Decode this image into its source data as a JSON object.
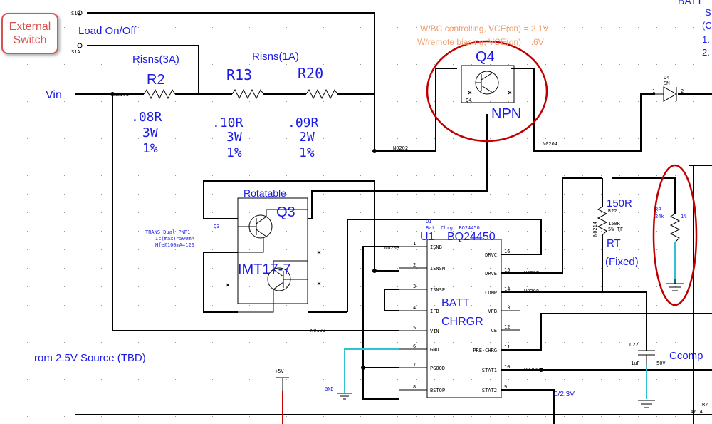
{
  "callout": {
    "line1": "External",
    "line2": "Switch"
  },
  "annotations": {
    "load_switch": "Load On/Off",
    "vin": "Vin",
    "bc_note": "W/BC controlling, VCE(on) = 2.1V",
    "remote_note": "W/remote biasing, VCE(on) = .6V",
    "source_note": "rom 2.5V Source (TBD)",
    "ccomp": "Ccomp",
    "batt_label": "BATT",
    "partial_right_1": "S",
    "partial_right_2": "(C",
    "partial_right_3": "1.",
    "partial_right_4": "2.",
    "partial_v": "0/2.3V",
    "p5v": "+5V"
  },
  "nets": {
    "n0103_top": "N0103",
    "n0103_bot": "N0103",
    "n0202": "N0202",
    "n0204": "N0204",
    "n0203": "N0203",
    "n0207": "N0207",
    "n0208": "N0208",
    "n0206": "N0206",
    "n0214": "N0214",
    "gnd": "GND",
    "s1b": "S1B",
    "s1a": "S1A"
  },
  "resistors": [
    {
      "group": "Risns(3A)",
      "ref": "R2",
      "value": ".08R",
      "power": "3W",
      "tol": "1%"
    },
    {
      "group": "Risns(1A)",
      "ref": "R13",
      "value": ".10R",
      "power": "3W",
      "tol": "1%"
    },
    {
      "group": "",
      "ref": "R20",
      "value": ".09R",
      "power": "2W",
      "tol": "1%"
    }
  ],
  "q4": {
    "ref": "Q4",
    "type": "NPN",
    "small": "Q4"
  },
  "q3": {
    "caption": "Rotatable",
    "ref": "Q3",
    "part": "IMT17-7",
    "small_ref": "Q3",
    "desc1": "TRANS-Dual PNP1",
    "desc2": "Ic(max)=500mA",
    "desc3": "Hfe@100mA=120"
  },
  "u1": {
    "ref": "U1",
    "part": "BQ24450",
    "small_ref": "U1",
    "desc": "Batt Chrgr BQ24450",
    "center1": "BATT",
    "center2": "CHRGR",
    "left_pins": [
      {
        "num": "1",
        "name": "ISNB"
      },
      {
        "num": "2",
        "name": "ISNSM"
      },
      {
        "num": "3",
        "name": "ISNSP"
      },
      {
        "num": "4",
        "name": "IFB"
      },
      {
        "num": "5",
        "name": "VIN"
      },
      {
        "num": "6",
        "name": "GND"
      },
      {
        "num": "7",
        "name": "PGOOD"
      },
      {
        "num": "8",
        "name": "BSTOP"
      }
    ],
    "right_pins": [
      {
        "num": "16",
        "name": "DRVC"
      },
      {
        "num": "15",
        "name": "DRVE"
      },
      {
        "num": "14",
        "name": "COMP"
      },
      {
        "num": "13",
        "name": "VFB"
      },
      {
        "num": "12",
        "name": "CE"
      },
      {
        "num": "11",
        "name": "PRE-CHRG"
      },
      {
        "num": "10",
        "name": "STAT1"
      },
      {
        "num": "9",
        "name": "STAT2"
      }
    ]
  },
  "r22": {
    "big": "150R",
    "ref": "R22",
    "value": "150R",
    "spec": "5% TF",
    "rt": "RT",
    "fixed": "(Fixed)"
  },
  "rp": {
    "ref": "RP",
    "value": "24k",
    "tol": "1%"
  },
  "d4": {
    "ref": "D4",
    "part": "SM",
    "pin1": "1",
    "pin2": "2"
  },
  "c22": {
    "ref": "C22",
    "value": "1uF",
    "voltage": "50V"
  },
  "r7": {
    "ref": "R7",
    "value": "46.4"
  },
  "colors": {
    "ink": "#000000",
    "label": "#1a1ae6",
    "callout": "#d9534f",
    "highlight": "#c00000",
    "note": "#f0a070",
    "gnd_wire": "#33c0d0",
    "supply": "#cc0000"
  }
}
